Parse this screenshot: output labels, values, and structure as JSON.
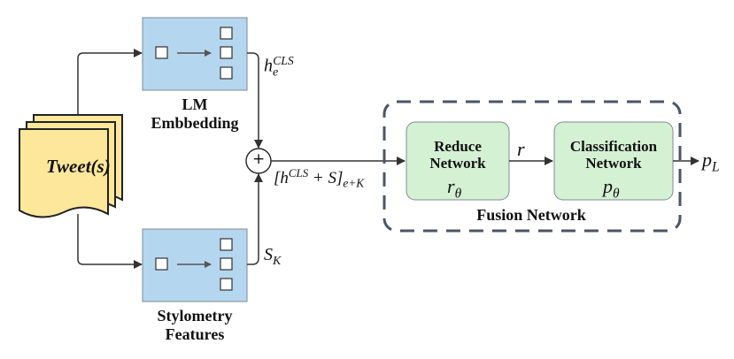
{
  "tweet": {
    "label": "Tweet(s)"
  },
  "lm": {
    "label_line1": "LM",
    "label_line2": "Embbedding",
    "output_base": "h",
    "output_sub": "e",
    "output_sup": "CLS"
  },
  "stylo": {
    "label_line1": "Stylometry",
    "label_line2": "Features",
    "output_base": "S",
    "output_sub": "K"
  },
  "concat": {
    "symbol": "+",
    "expr_open": "[h",
    "expr_sup": "CLS",
    "expr_mid": " + S]",
    "expr_sub": "e+K"
  },
  "reduce": {
    "label_line1": "Reduce",
    "label_line2": "Network",
    "fn_base": "r",
    "fn_sub": "θ",
    "output": "r"
  },
  "classify": {
    "label_line1": "Classification",
    "label_line2": "Network",
    "fn_base": "p",
    "fn_sub": "θ",
    "output_base": "p",
    "output_sub": "L"
  },
  "fusion": {
    "label": "Fusion Network"
  },
  "colors": {
    "blue_box": "#b5d6ef",
    "green_box": "#d4f1d3",
    "tweet_fill": "#fde79a",
    "tweet_stroke": "#222222",
    "dash_border": "#4b5567",
    "arrow": "#333333"
  }
}
